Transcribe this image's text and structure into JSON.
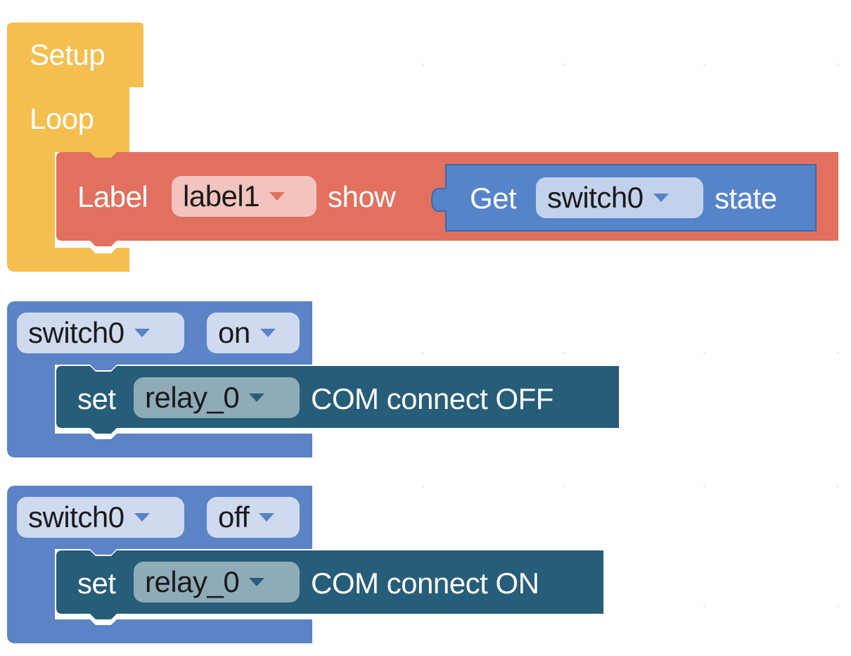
{
  "colors": {
    "setup_loop": "#f4bf4f",
    "label_block": "#e2705f",
    "get_block": "#5584c9",
    "switch_event": "#5b83c6",
    "relay_block": "#265d78",
    "dropdown_label": "#f2c4bd",
    "dropdown_get": "#c3d2ec",
    "dropdown_event": "#cfdaef",
    "dropdown_relay": "#8fabb8"
  },
  "setup_block": {
    "label": "Setup"
  },
  "loop_block": {
    "label": "Loop"
  },
  "label_block": {
    "keyword": "Label",
    "label_dropdown": "label1",
    "action": "show",
    "get_block": {
      "keyword": "Get",
      "switch_dropdown": "switch0",
      "property": "state"
    }
  },
  "events": [
    {
      "switch_dropdown": "switch0",
      "state_dropdown": "on",
      "relay": {
        "keyword": "set",
        "relay_dropdown": "relay_0",
        "action": "COM connect OFF"
      }
    },
    {
      "switch_dropdown": "switch0",
      "state_dropdown": "off",
      "relay": {
        "keyword": "set",
        "relay_dropdown": "relay_0",
        "action": "COM connect ON"
      }
    }
  ]
}
